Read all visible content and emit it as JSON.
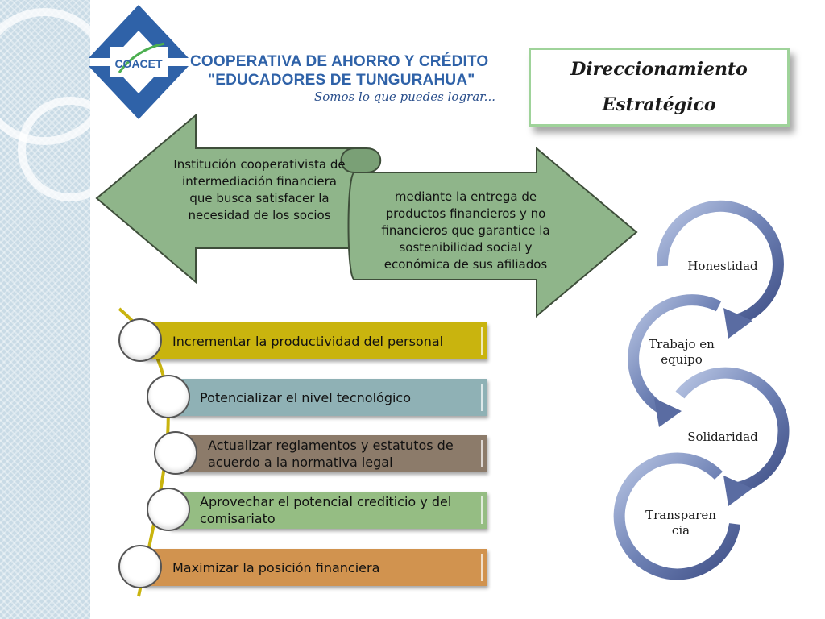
{
  "header": {
    "logo_acronym": "COACET",
    "org_line1": "COOPERATIVA DE AHORRO Y CRÉDITO",
    "org_line2": "\"EDUCADORES DE TUNGURAHUA\"",
    "slogan": "Somos lo que puedes lograr..."
  },
  "title": {
    "line1": "Direccionamiento",
    "line2": "Estratégico"
  },
  "mission": {
    "left_arrow_text": "Institución cooperativista de intermediación financiera que busca satisfacer la necesidad de los socios",
    "right_arrow_text": "mediante la entrega de productos financieros y no financieros que garantice la sostenibilidad social y económica de sus afiliados"
  },
  "objectives": [
    {
      "label": "Incrementar la productividad del personal",
      "color": "#c9b40e"
    },
    {
      "label": "Potencializar el nivel tecnológico",
      "color": "#8fb1b5"
    },
    {
      "label": "Actualizar reglamentos y estatutos de acuerdo a la normativa legal",
      "color": "#8c7b6a"
    },
    {
      "label": "Aprovechar el potencial crediticio y del comisariato",
      "color": "#95bd83"
    },
    {
      "label": "Maximizar la posición financiera",
      "color": "#d1934f"
    }
  ],
  "values": [
    {
      "label": "Honestidad"
    },
    {
      "label": "Trabajo en equipo"
    },
    {
      "label": "Solidaridad"
    },
    {
      "label": "Transparen cia"
    }
  ],
  "colors": {
    "arrow_fill": "#8fb58a",
    "title_border": "#9fd39a",
    "logo_blue": "#2f62a8",
    "cycle_blue": "#6f82b5"
  }
}
